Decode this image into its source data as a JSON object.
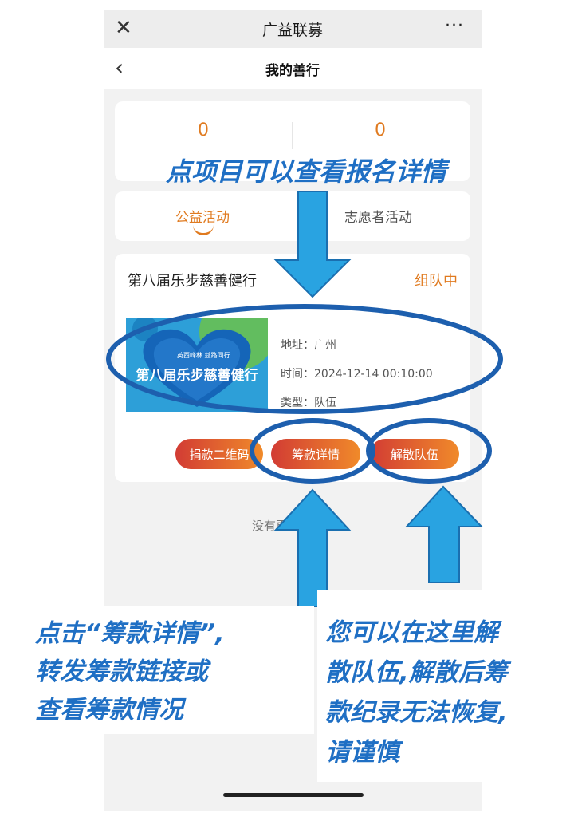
{
  "header": {
    "close_icon": "close-icon",
    "title": "广益联募",
    "more_icon": "more-icon",
    "more_glyph": "···"
  },
  "subheader": {
    "back_icon": "back-icon",
    "title": "我的善行"
  },
  "stats": [
    {
      "value": "0"
    },
    {
      "value": "0"
    }
  ],
  "tabs": [
    {
      "label": "公益活动",
      "active": true
    },
    {
      "label": "志愿者活动",
      "active": false
    }
  ],
  "project": {
    "title": "第八届乐步慈善健行",
    "status": "组队中",
    "image": {
      "subtitle": "英西峰林 益路同行",
      "title": "第八届乐步慈善健行"
    },
    "address": "地址：广州",
    "time": "时间：2024-12-14 00:10:00",
    "type": "类型：队伍",
    "buttons": {
      "qr": "捐款二维码",
      "details": "筹款详情",
      "disband": "解散队伍"
    }
  },
  "footer_text": "没有更",
  "annotations": {
    "top": "点项目可以查看报名详情",
    "left": [
      "点击“筹款详情”,",
      "转发筹款链接或",
      "查看筹款情况"
    ],
    "right": [
      "您可以在这里解",
      "散队伍,解散后筹",
      "款纪录无法恢复,",
      "请谨慎"
    ]
  },
  "colors": {
    "accent": "#e07a1f",
    "annotation": "#1f6fc4",
    "arrow": "#29a3e1",
    "button_start": "#d23c34",
    "button_end": "#f08a2a"
  }
}
